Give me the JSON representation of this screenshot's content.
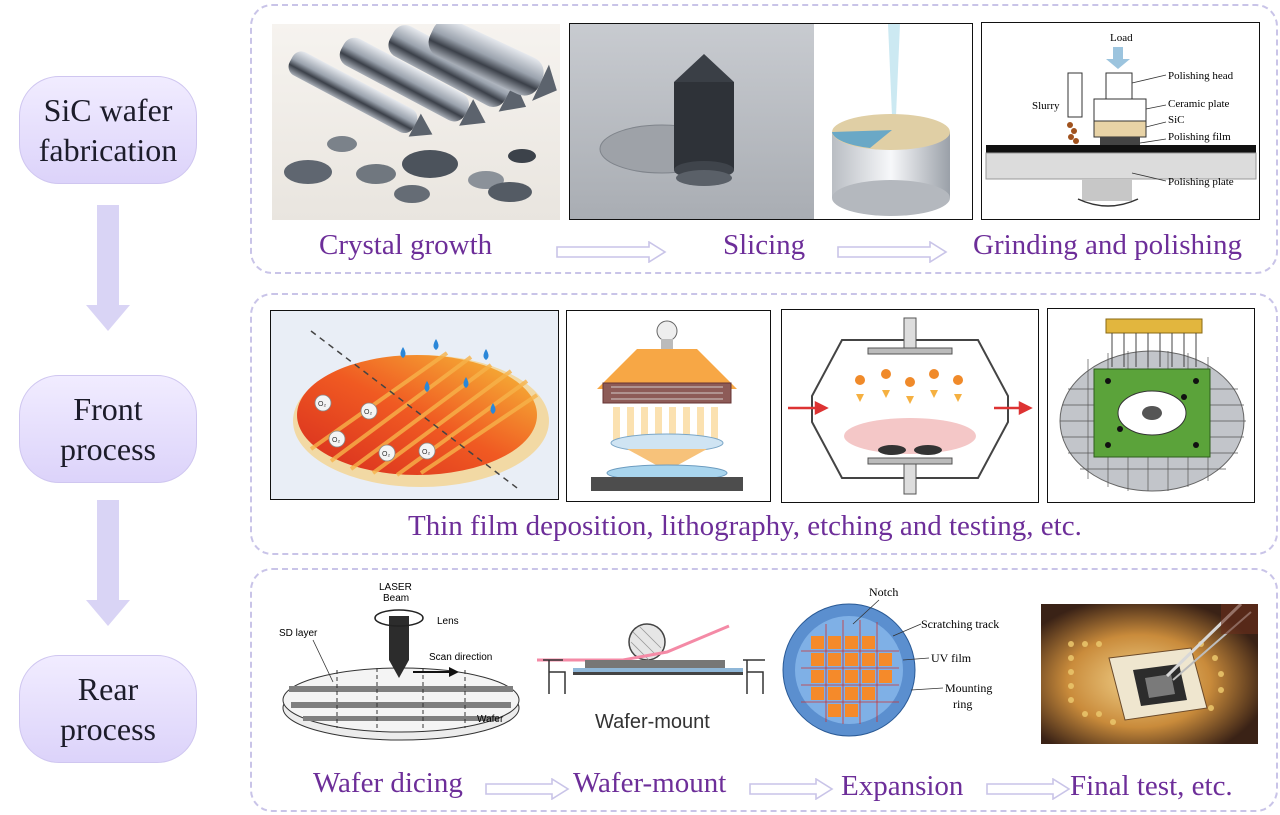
{
  "stages": {
    "sic": {
      "line1": "SiC wafer",
      "line2": "fabrication"
    },
    "front": {
      "line1": "Front",
      "line2": "process"
    },
    "rear": {
      "line1": "Rear",
      "line2": "process"
    }
  },
  "row1": {
    "captions": [
      "Crystal growth",
      "Slicing",
      "Grinding and polishing"
    ],
    "polish_labels": {
      "load": "Load",
      "head": "Polishing head",
      "ceramic": "Ceramic plate",
      "sic": "SiC",
      "film": "Polishing film",
      "plate": "Polishing plate",
      "slurry": "Slurry"
    }
  },
  "row2": {
    "caption": "Thin film deposition, lithography, etching and testing, etc.",
    "oxygen": "O₂"
  },
  "row3": {
    "captions": [
      "Wafer dicing",
      "Wafer-mount",
      "Expansion",
      "Final test, etc."
    ],
    "dicing_labels": {
      "laser": "LASER",
      "beam": "Beam",
      "lens": "Lens",
      "sd": "SD layer",
      "scan": "Scan direction",
      "wafer": "Wafer"
    },
    "mount_label": "Wafer-mount",
    "expansion_labels": {
      "notch": "Notch",
      "track": "Scratching track",
      "uv": "UV film",
      "ring1": "Mounting",
      "ring2": "ring"
    }
  },
  "colors": {
    "caption": "#6d2e99",
    "pill_fill": "#e6e0fb",
    "dash": "#c9c4e8",
    "flow_arrow": "#d9d4f5"
  }
}
